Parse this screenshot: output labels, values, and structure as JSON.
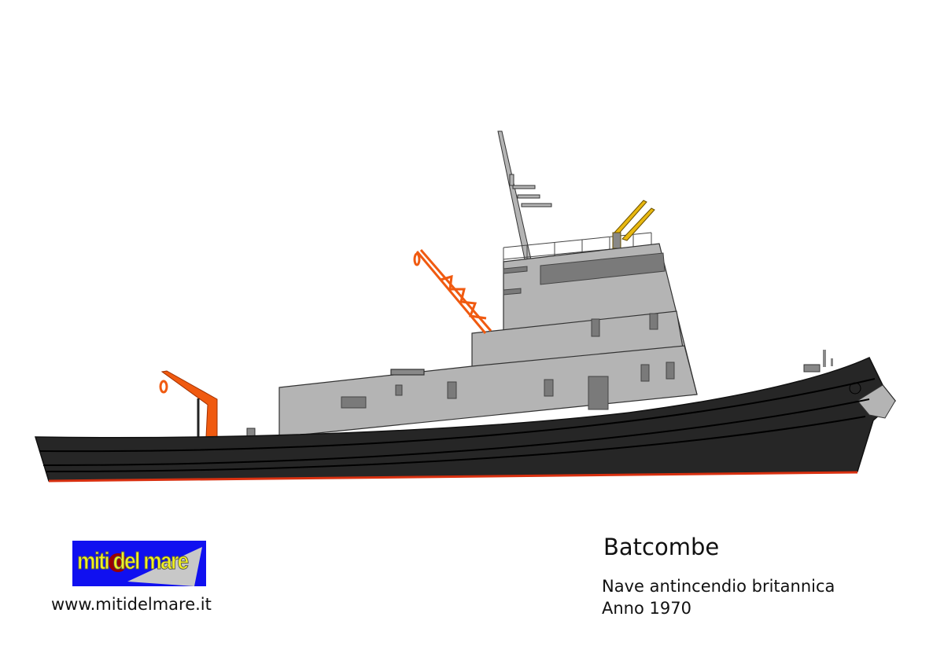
{
  "ship_name": "Batcombe",
  "description": "Nave antincendio britannica",
  "year_line": "Anno 1970",
  "logo_text": "miti del mare",
  "website": "www.mitidelmare.it",
  "colors": {
    "hull": "#262626",
    "superstructure": "#b4b4b4",
    "crane": "#f05a10",
    "nozzle": "#e8b810",
    "waterline": "#d83010",
    "logo_bg": "#1010f0"
  }
}
